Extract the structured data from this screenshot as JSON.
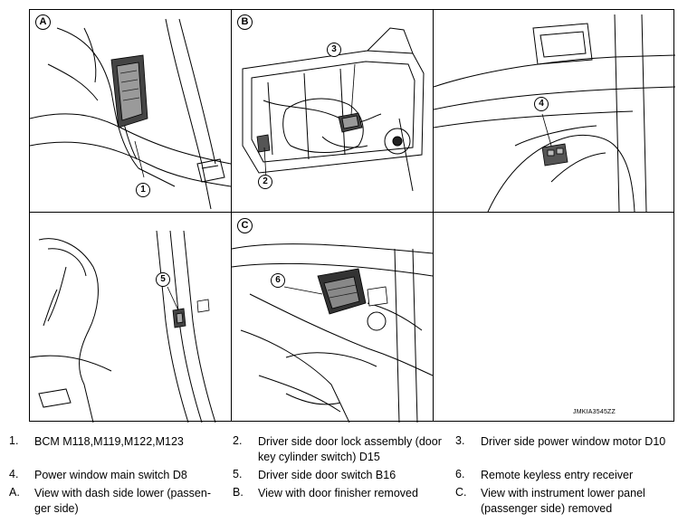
{
  "figure": {
    "image_code": "JMKIA3545ZZ",
    "panels": [
      {
        "letter": "A",
        "callout": "1"
      },
      {
        "letter": "B",
        "callouts": [
          "3",
          "2"
        ]
      },
      {
        "letter": "",
        "callout": "4"
      },
      {
        "letter": "",
        "callout": "5"
      },
      {
        "letter": "C",
        "callout": "6"
      }
    ]
  },
  "legend": {
    "row1": [
      {
        "num": "1.",
        "text": "BCM M118,M119,M122,M123"
      },
      {
        "num": "2.",
        "text_l1": "Driver side door lock assembly (door",
        "text_l2": "key cylinder switch) D15"
      },
      {
        "num": "3.",
        "text": "Driver side power window motor D10"
      }
    ],
    "row2": [
      {
        "num": "4.",
        "text": "Power window main switch D8"
      },
      {
        "num": "5.",
        "text": "Driver side door switch B16"
      },
      {
        "num": "6.",
        "text": "Remote keyless entry receiver"
      }
    ],
    "row3": [
      {
        "num": "A.",
        "text_l1": "View with dash side lower (passen-",
        "text_l2": "ger side)"
      },
      {
        "num": "B.",
        "text": "View with door finisher removed"
      },
      {
        "num": "C.",
        "text_l1": "View with instrument lower panel",
        "text_l2": "(passenger side) removed"
      }
    ]
  }
}
